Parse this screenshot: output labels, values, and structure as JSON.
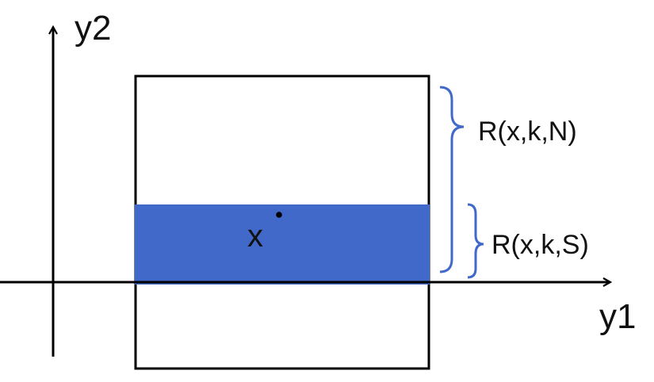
{
  "axes": {
    "x_label": "y1",
    "y_label": "y2"
  },
  "point": {
    "label": "x"
  },
  "regions": {
    "north_label": "R(x,k,N)",
    "south_label": "R(x,k,S)"
  },
  "colors": {
    "highlight_fill": "#4169c9",
    "bracket": "#4169c9",
    "line": "#000000"
  }
}
